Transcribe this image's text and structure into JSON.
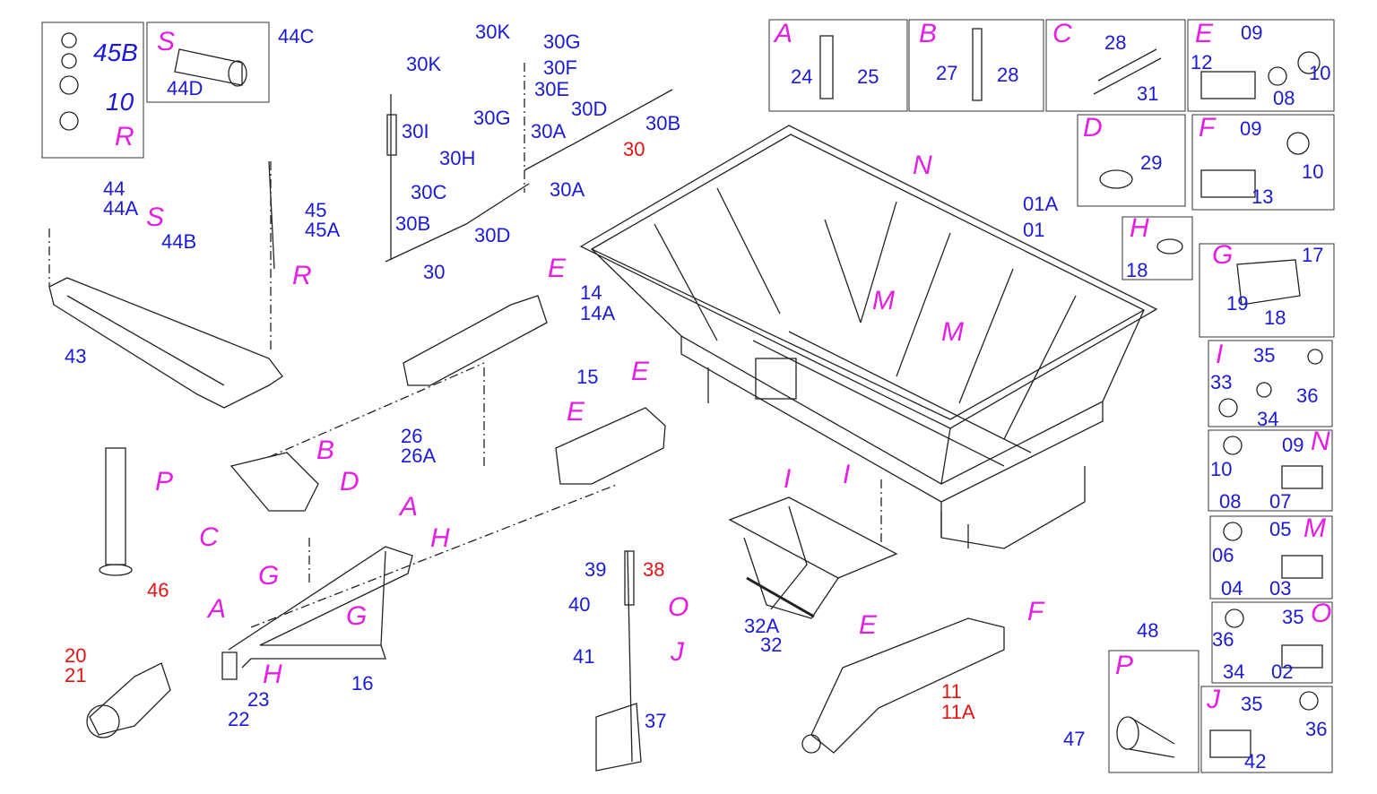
{
  "title": "Exploded parts diagram - spreader hopper assembly",
  "colors": {
    "part_number": "#1a1ad6",
    "assembly_number": "#e01414",
    "detail_letter": "#e41ee4",
    "line": "#222222"
  },
  "callouts": [
    "45B",
    "10",
    "R",
    "S",
    "44C",
    "44D",
    "44",
    "44A",
    "S",
    "44B",
    "45",
    "45A",
    "R",
    "43",
    "30K",
    "30G",
    "30F",
    "30E",
    "30K",
    "30I",
    "30H",
    "30G",
    "30D",
    "30A",
    "30B",
    "30",
    "30C",
    "30A",
    "30B",
    "30D",
    "30",
    "E",
    "14",
    "14A",
    "15",
    "E",
    "E",
    "26",
    "26A",
    "B",
    "D",
    "C",
    "P",
    "46",
    "A",
    "H",
    "G",
    "G",
    "A",
    "H",
    "16",
    "23",
    "22",
    "20",
    "21",
    "39",
    "38",
    "40",
    "O",
    "41",
    "J",
    "37",
    "I",
    "I",
    "32A",
    "32",
    "N",
    "01A",
    "01",
    "M",
    "M",
    "E",
    "F",
    "11",
    "11A",
    "A",
    "24",
    "25",
    "B",
    "27",
    "28",
    "C",
    "28",
    "31",
    "E",
    "09",
    "12",
    "10",
    "08",
    "D",
    "29",
    "F",
    "09",
    "10",
    "13",
    "H",
    "18",
    "G",
    "17",
    "19",
    "18",
    "I",
    "35",
    "33",
    "36",
    "34",
    "09",
    "N",
    "10",
    "08",
    "07",
    "05",
    "M",
    "06",
    "04",
    "03",
    "35",
    "O",
    "36",
    "34",
    "02",
    "J",
    "35",
    "36",
    "42",
    "48",
    "P",
    "47"
  ]
}
